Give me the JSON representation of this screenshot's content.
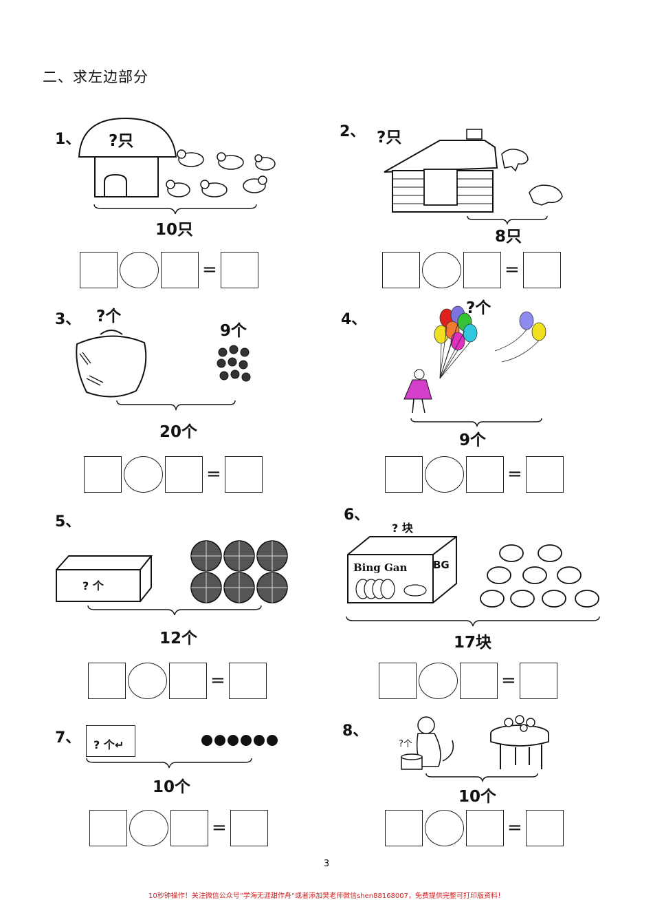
{
  "section_title": "二、求左边部分",
  "problems": [
    {
      "num": "1、",
      "question": "?只",
      "total": "10只"
    },
    {
      "num": "2、",
      "question": "?只",
      "total": "8只"
    },
    {
      "num": "3、",
      "question": "?个",
      "known": "9个",
      "total": "20个"
    },
    {
      "num": "4、",
      "question": "?个",
      "total": "9个"
    },
    {
      "num": "5、",
      "question": "? 个",
      "total": "12个"
    },
    {
      "num": "6、",
      "question": "? 块",
      "box_text": "Bing Gan",
      "box_side": "BG",
      "total": "17块"
    },
    {
      "num": "7、",
      "question": "? 个↵",
      "total": "10个"
    },
    {
      "num": "8、",
      "question": "?个",
      "total": "10个"
    }
  ],
  "equation": {
    "equals": "="
  },
  "page_number": "3",
  "footer": "10秒钟操作！关注微信公众号“学海无涯甜作舟”或者添加樊老师微信shen88168007，免费提供完整可打印版资料！"
}
